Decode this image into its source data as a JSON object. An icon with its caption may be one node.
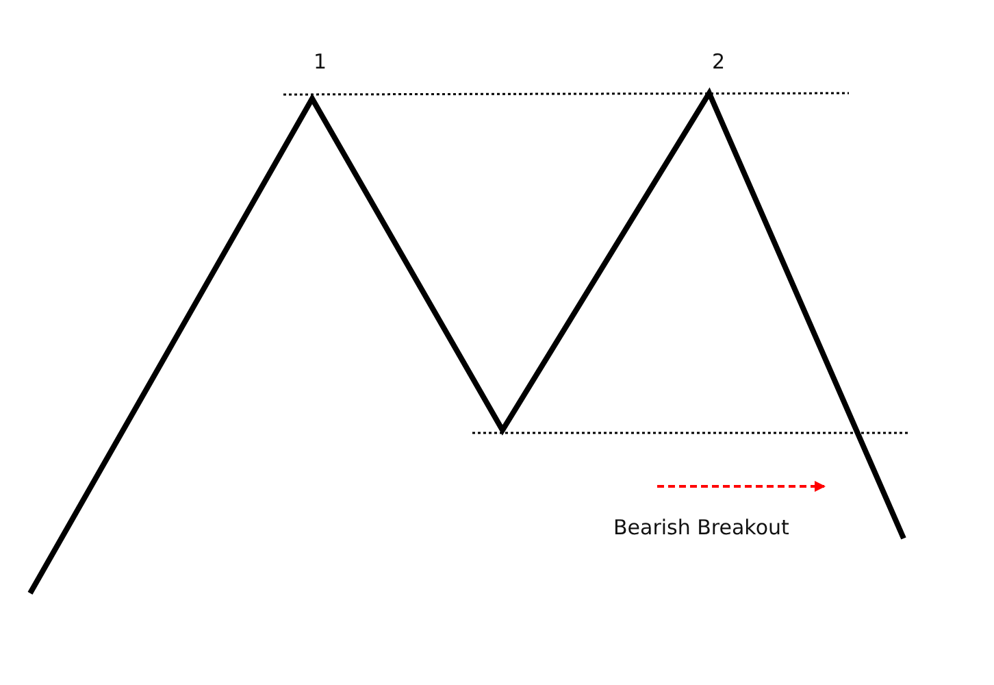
{
  "diagram": {
    "labels": [
      "1",
      "2",
      "Bearish Breakout"
    ]
  }
}
